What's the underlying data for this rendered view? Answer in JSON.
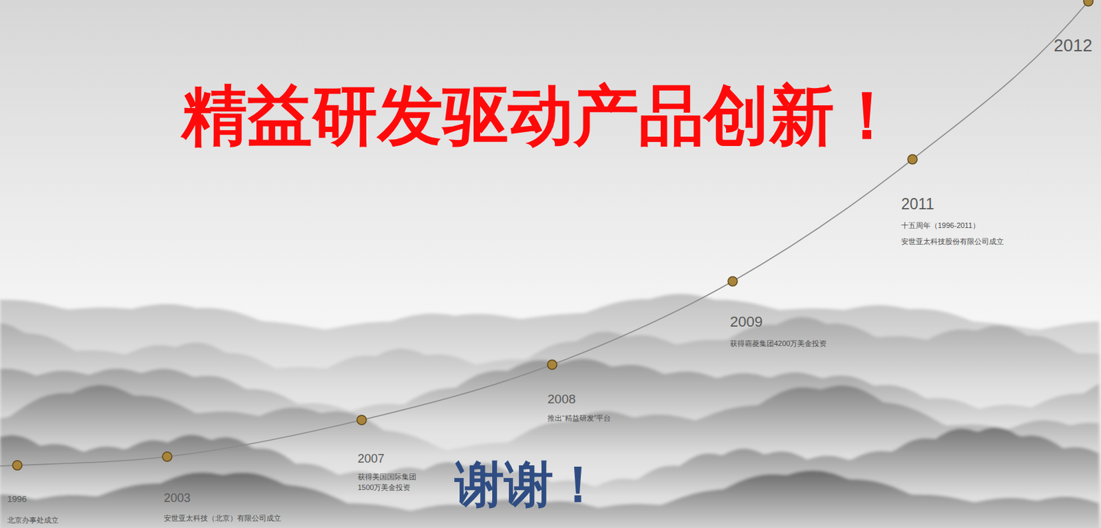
{
  "diagram": {
    "title": "精益研发驱动产品创新！",
    "labels": [
      "1996",
      "北京办事处成立",
      "2003",
      "安世亚太科技（北京）有限公司成立",
      "2007",
      "获得美国国际集团 1500万美金投资",
      "2008",
      "推出“精益研发”平台",
      "2009",
      "获得霸菱集团4200万美金投资",
      "2011",
      "十五周年（1996-2011）",
      "安世亚太科技股份有限公司成立",
      "2012",
      "谢谢！"
    ]
  }
}
